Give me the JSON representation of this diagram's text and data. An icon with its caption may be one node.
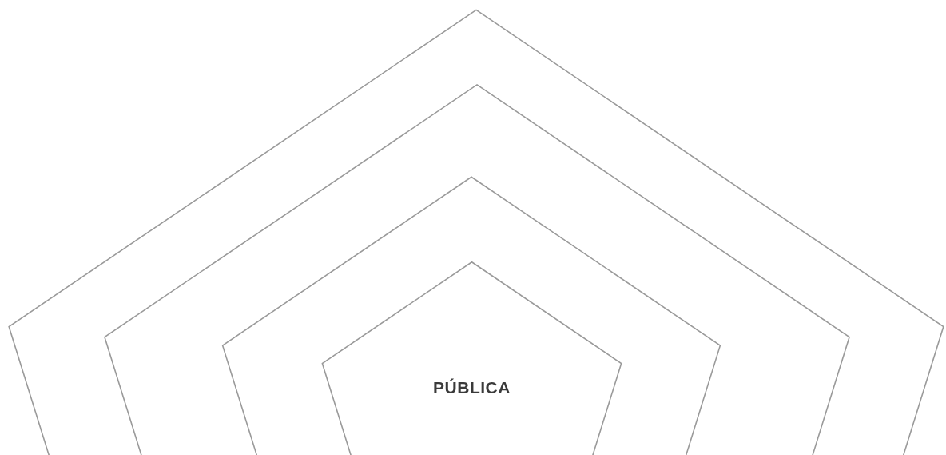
{
  "diagram": {
    "nodes": [
      {
        "text": [],
        "shape": "pentagon"
      },
      {
        "text": [],
        "shape": "pentagon",
        "in": 0
      },
      {
        "text": [],
        "shape": "pentagon",
        "in": 1
      },
      {
        "text": [
          "PÚBLICA"
        ],
        "in": 2
      }
    ]
  }
}
